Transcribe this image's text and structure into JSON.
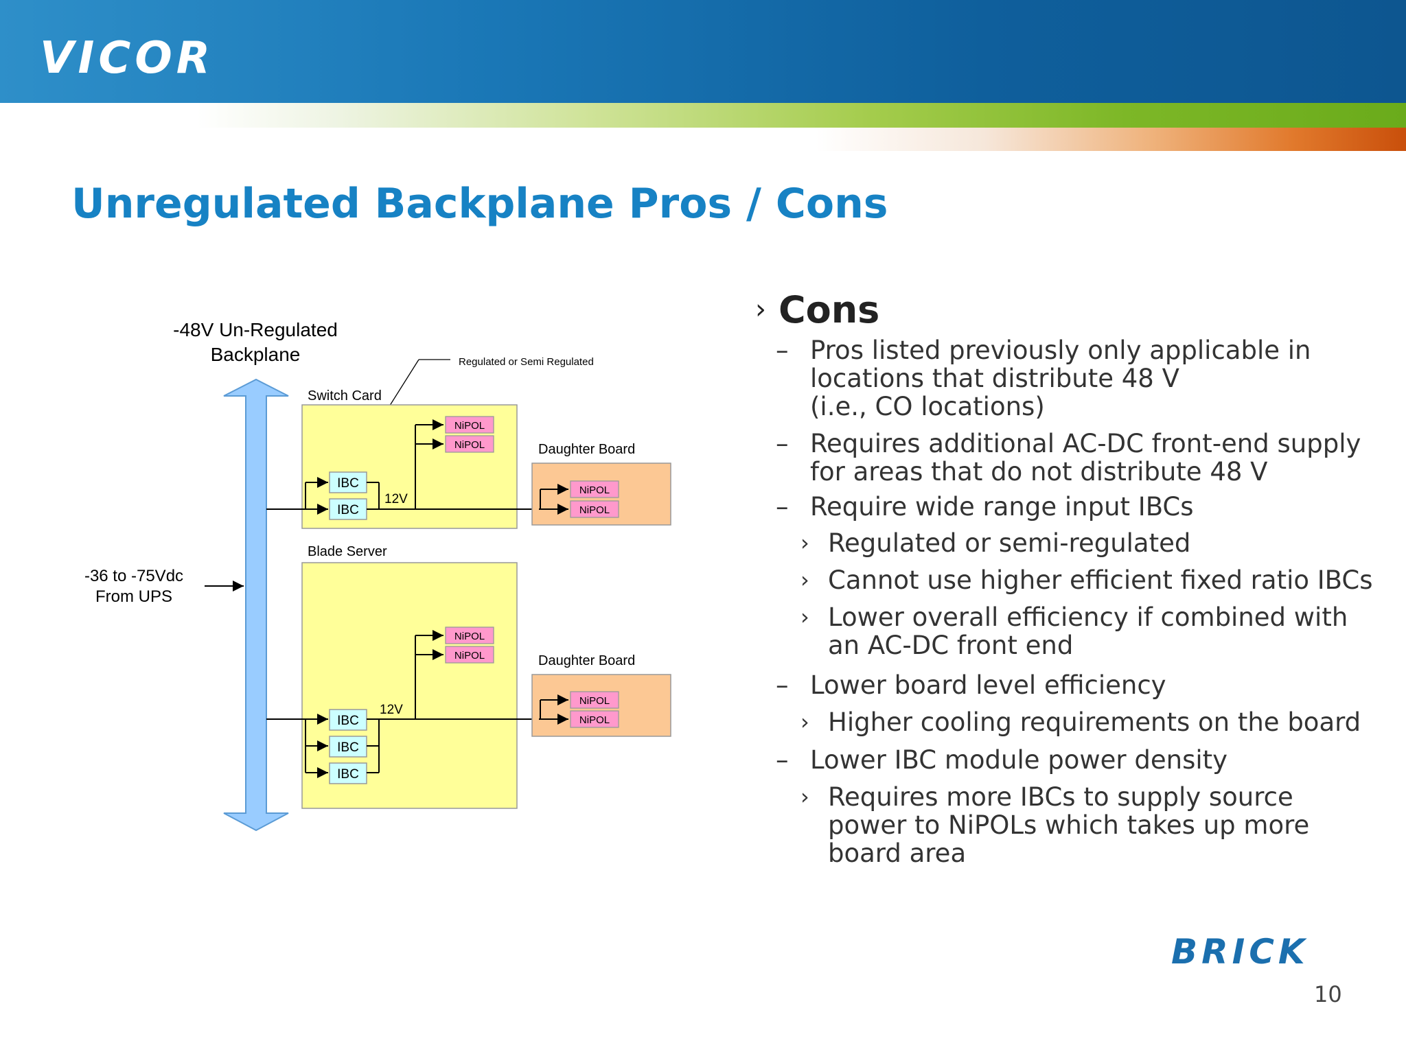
{
  "brand": {
    "logo": "VICOR",
    "brick": "BRICK"
  },
  "title": "Unregulated Backplane Pros / Cons",
  "page_number": "10",
  "diagram": {
    "backplane_label_line1": "-48V Un-Regulated",
    "backplane_label_line2": "Backplane",
    "regulated_note": "Regulated or Semi Regulated",
    "switch_card_label": "Switch Card",
    "blade_server_label": "Blade Server",
    "daughter_board_label": "Daughter Board",
    "input_label_line1": "-36 to -75Vdc",
    "input_label_line2": "From UPS",
    "voltage_label": "12V",
    "ibc": "IBC",
    "nipol": "NiPOL"
  },
  "cons": {
    "heading": "Cons",
    "items": [
      {
        "level": 1,
        "lines": [
          "Pros listed previously only applicable in",
          "locations that distribute 48 V",
          "(i.e., CO locations)"
        ]
      },
      {
        "level": 1,
        "lines": [
          "Requires additional AC-DC front-end supply",
          "for areas that do not distribute 48 V"
        ]
      },
      {
        "level": 1,
        "lines": [
          "Require wide range input IBCs"
        ]
      },
      {
        "level": 2,
        "lines": [
          "Regulated or semi-regulated"
        ]
      },
      {
        "level": 2,
        "lines": [
          "Cannot use higher efficient fixed ratio IBCs"
        ]
      },
      {
        "level": 2,
        "lines": [
          "Lower overall efficiency if combined with",
          "an AC-DC front end"
        ]
      },
      {
        "level": 1,
        "lines": [
          "Lower board level efficiency"
        ]
      },
      {
        "level": 2,
        "lines": [
          "Higher cooling requirements on the board"
        ]
      },
      {
        "level": 1,
        "lines": [
          "Lower IBC module power density"
        ]
      },
      {
        "level": 2,
        "lines": [
          "Requires more IBCs to supply source",
          "power to NiPOLs which takes up more",
          "board area"
        ]
      }
    ]
  },
  "colors": {
    "title_blue": "#1782c4",
    "board_yellow": "#ffff99",
    "daughter_orange": "#fcc894",
    "ibc_cyan": "#ccffff",
    "nipol_pink": "#ff99cc",
    "backplane_arrow": "#99ccff"
  }
}
